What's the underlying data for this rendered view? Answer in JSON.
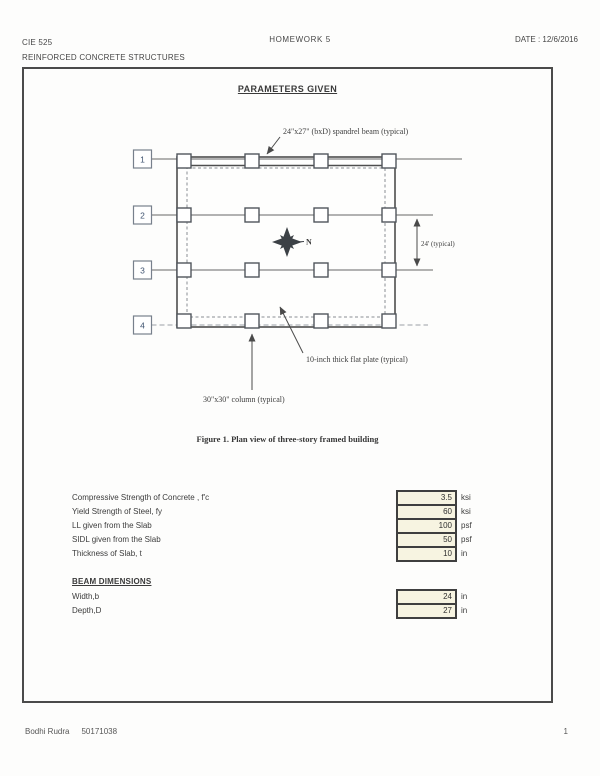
{
  "header": {
    "course_code": "CIE 525",
    "course_name": "REINFORCED CONCRETE STRUCTURES",
    "title": "HOMEWORK 5",
    "date": "DATE : 12/6/2016"
  },
  "panel": {
    "title": "PARAMETERS GIVEN",
    "figure_caption": "Figure 1. Plan view of three-story framed building"
  },
  "diagram": {
    "grid_labels": [
      "1",
      "2",
      "3",
      "4"
    ],
    "north_label": "N",
    "dimension_label": "24' (typical)",
    "annotations": {
      "spandrel_beam": "24\"x27\" (bxD) spandrel beam (typical)",
      "flat_plate": "10-inch thick flat plate (typical)",
      "column": "30\"x30\" column (typical)"
    }
  },
  "parameters": {
    "rows": [
      {
        "label": "Compressive Strength of Concrete , f'c",
        "value": "3.5",
        "unit": "ksi"
      },
      {
        "label": "Yield Strength of Steel, fy",
        "value": "60",
        "unit": "ksi"
      },
      {
        "label": "LL given from the Slab",
        "value": "100",
        "unit": "psf"
      },
      {
        "label": "SIDL given from the Slab",
        "value": "50",
        "unit": "psf"
      },
      {
        "label": "Thickness of Slab, t",
        "value": "10",
        "unit": "in"
      }
    ],
    "beam_section_title": "BEAM DIMENSIONS",
    "beam_rows": [
      {
        "label": "Width,b",
        "value": "24",
        "unit": "in"
      },
      {
        "label": "Depth,D",
        "value": "27",
        "unit": "in"
      }
    ]
  },
  "footer": {
    "author": "Bodhi Rudra",
    "student_id": "50171038",
    "page_number": "1"
  },
  "colors": {
    "value_cell_bg": "#f7f4e1",
    "value_cell_border": "#3f3f3f",
    "ink": "#3d3d3d"
  }
}
